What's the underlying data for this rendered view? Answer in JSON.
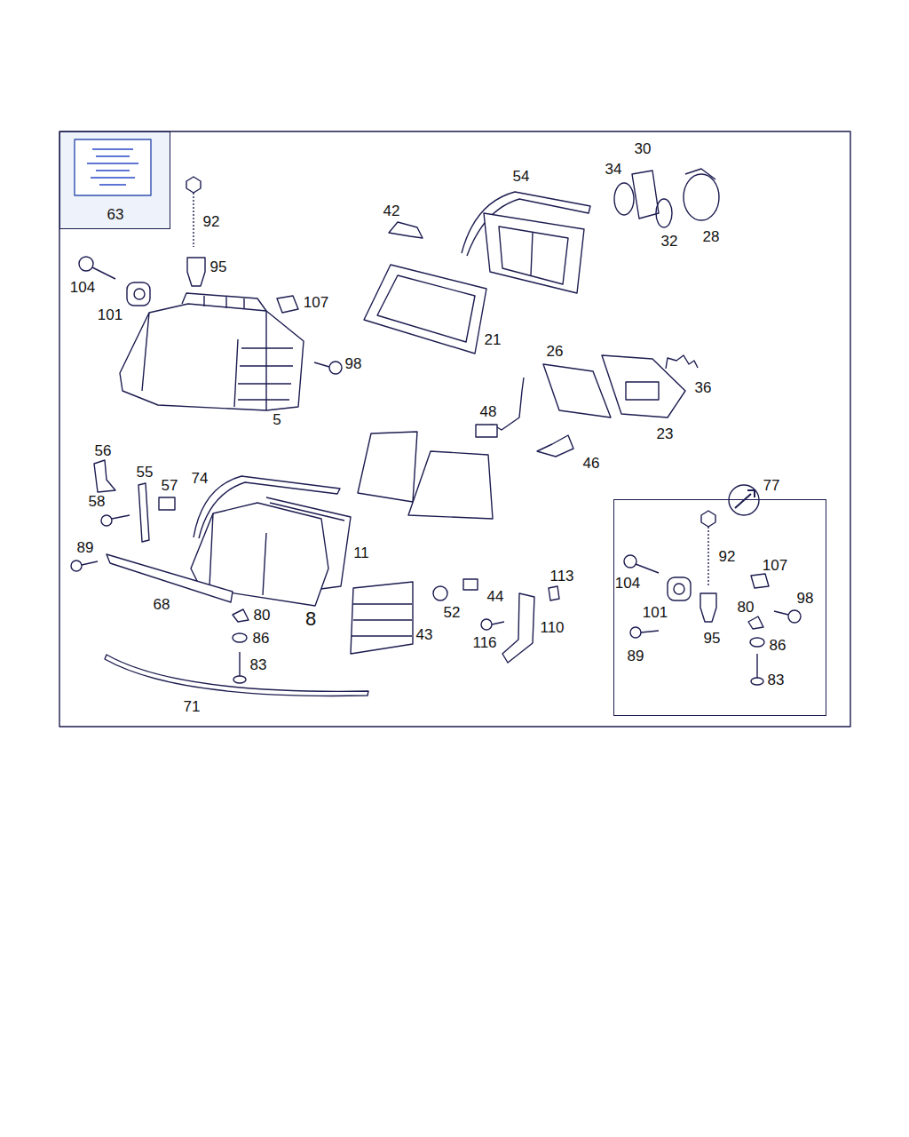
{
  "diagram": {
    "nodes": [
      {
        "text": [
          "63"
        ]
      },
      {
        "text": [
          "77"
        ]
      }
    ],
    "labels": [
      "92",
      "95",
      "104",
      "101",
      "107",
      "98",
      "5",
      "42",
      "54",
      "34",
      "30",
      "32",
      "28",
      "21",
      "26",
      "36",
      "23",
      "48",
      "46",
      "56",
      "55",
      "57",
      "74",
      "58",
      "89",
      "11",
      "68",
      "80",
      "86",
      "83",
      "8",
      "43",
      "52",
      "44",
      "113",
      "116",
      "110",
      "71",
      "92",
      "107",
      "104",
      "98",
      "101",
      "80",
      "95",
      "86",
      "89",
      "83"
    ]
  }
}
